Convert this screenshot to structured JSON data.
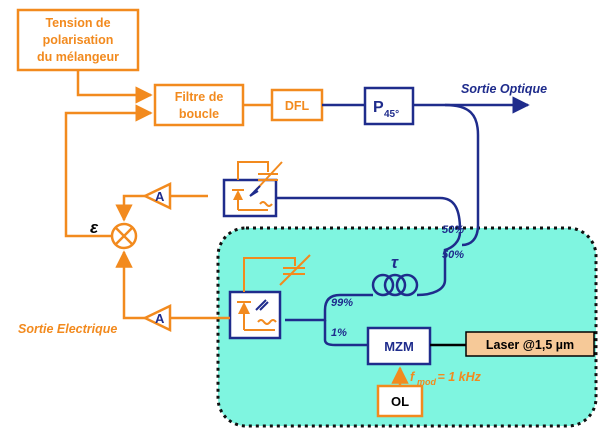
{
  "colors": {
    "orange": "#f28a1e",
    "blue": "#1f2c8c",
    "region_fill": "#7ff5e0",
    "laser_fill": "#f6c998"
  },
  "blocks": {
    "bias": {
      "line1": "Tension de",
      "line2": "polarisation",
      "line3": "du mélangeur"
    },
    "loop_filter": {
      "line1": "Filtre de",
      "line2": "boucle"
    },
    "dfl": "DFL",
    "p45": {
      "main": "P",
      "sub": "45°"
    },
    "amp_top": "A",
    "amp_bottom": "A",
    "mzm": "MZM",
    "laser": "Laser @1,5 µm",
    "ol": "OL"
  },
  "labels": {
    "sortie_optique": "Sortie Optique",
    "sortie_electrique": "Sortie Electrique",
    "epsilon": "ε",
    "tau": "τ",
    "split_50_top": "50%",
    "split_50_bottom": "50%",
    "split_99": "99%",
    "split_1": "1%",
    "fmod_main": "f",
    "fmod_sub": "mod",
    "fmod_rest": " = 1 kHz"
  },
  "icons": [
    "mixer-icon",
    "photodiode-icon",
    "fiber-coil-icon",
    "arrow-icon"
  ]
}
